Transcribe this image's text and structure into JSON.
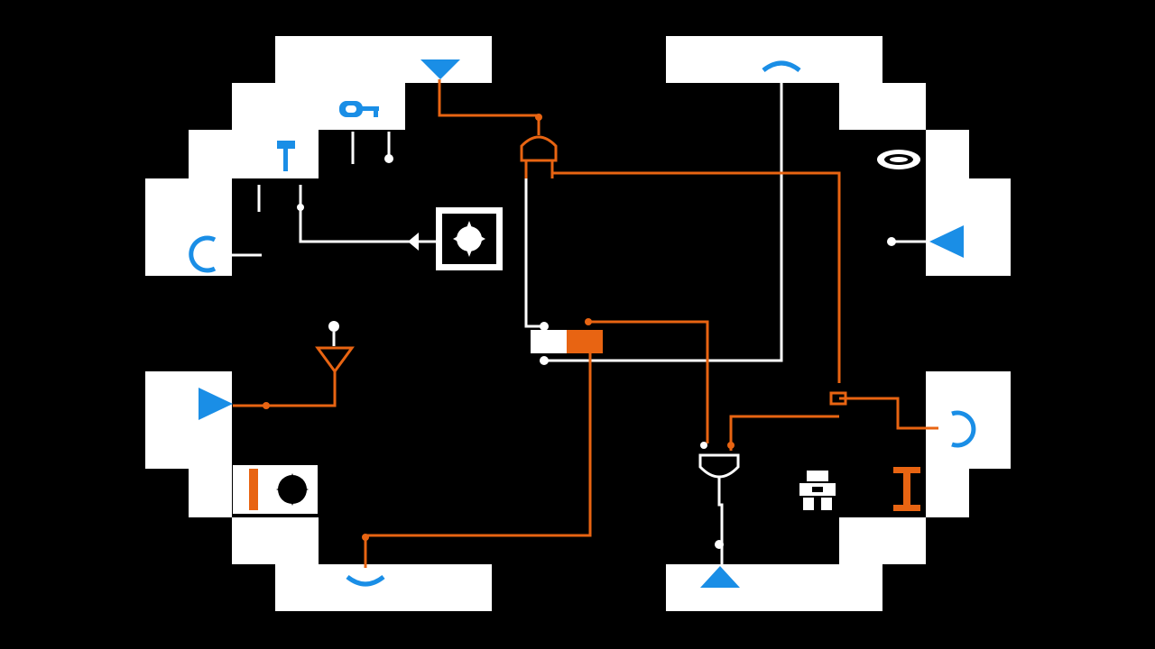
{
  "theme": {
    "background": "#000000",
    "wall": "#ffffff",
    "blue_device": "#1a8ee6",
    "orange_wire": "#e86412",
    "white_wire": "#ffffff"
  },
  "room": {
    "shape": "circular-chamber",
    "doors": [
      "top-left",
      "top-right",
      "right-upper",
      "right-lower",
      "bottom-left",
      "bottom-right",
      "left-upper",
      "left-lower"
    ]
  },
  "components": {
    "top_left_emitter": "blue-triangle-down-icon",
    "top_right_receptor": "blue-arc-icon",
    "left_receptor": "blue-c-receptor-icon",
    "right_emitter": "blue-triangle-left-icon",
    "left_lower_emitter": "blue-triangle-right-icon",
    "right_lower_receptor": "blue-c-receptor-icon",
    "bottom_left_receptor": "blue-arc-icon",
    "bottom_right_emitter": "blue-triangle-up-icon",
    "key_item": "blue-key-icon",
    "hammer_item": "blue-hammer-icon",
    "eye_sensor": "white-eye-icon",
    "spark_box": "sparkle-box-icon",
    "and_gate_top": "and-gate-icon",
    "or_gate_bottom": "or-gate-icon",
    "not_gate": "not-gate-icon",
    "flip_flop": "flip-flop-icon",
    "thruster": "thruster-icon",
    "orange_magnet": "i-beam-icon",
    "player": "robot-player-icon"
  }
}
